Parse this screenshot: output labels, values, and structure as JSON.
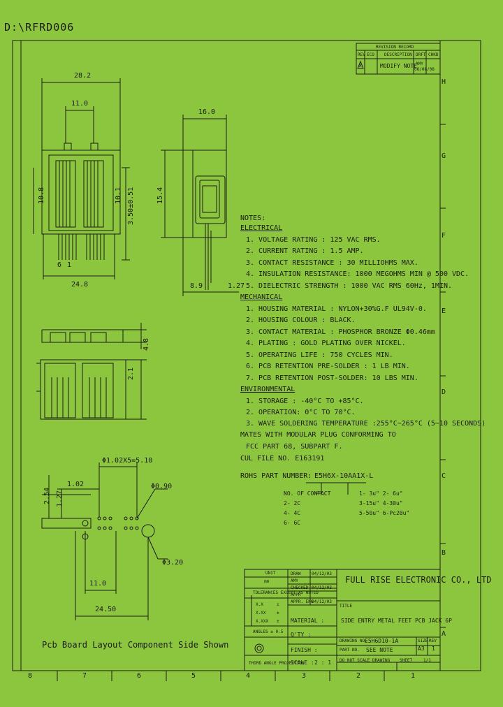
{
  "doc_id": "D:\\RFRD006",
  "revision": {
    "header": "REVISION RECORD",
    "col_rev": "REV",
    "col_eco": "ECO",
    "col_desc": "DESCRIPTION",
    "col_drft": "DRFT",
    "col_chkd": "CHKD",
    "row_rev": "A",
    "row_desc": "MODIFY NOTE",
    "row_drft": "AMY",
    "row_date": "06/08/08"
  },
  "zones_right": [
    "H",
    "G",
    "F",
    "E",
    "D",
    "C",
    "B",
    "A"
  ],
  "zones_bottom": [
    "8",
    "7",
    "6",
    "5",
    "4",
    "3",
    "2",
    "1"
  ],
  "dims": {
    "w28": "28.2",
    "w11": "11.0",
    "w248": "24.8",
    "h3": "3.50±0.51",
    "h10": "10.1",
    "h10b": "10.8",
    "leg6": "6",
    "leg1": "1",
    "w16": "16.0",
    "h154": "15.4",
    "w89": "8.9",
    "w127": "1.27",
    "h48": "4.8",
    "h21": "2.1",
    "pitch": "Φ1.02X5=5.10",
    "d090": "Φ0.90",
    "d320": "Φ3.20",
    "d102": "1.02",
    "d254": "2.54",
    "d127": "1.27",
    "b11": "11.0",
    "b2450": "24.50"
  },
  "pcb_caption": "Pcb Board Layout Component Side Shown",
  "notes": {
    "title": "NOTES:",
    "electrical_h": "ELECTRICAL",
    "electrical": [
      "1. VOLTAGE RATING          : 125 VAC RMS.",
      "2. CURRENT RATING          : 1.5 AMP.",
      "3. CONTACT RESISTANCE   : 30 MILLIOHMS MAX.",
      "4. INSULATION RESISTANCE: 1000 MEGOHMS MIN @ 500 VDC.",
      "5. DIELECTRIC STRENGTH  : 1000 VAC RMS 60Hz, 1MIN."
    ],
    "mechanical_h": "MECHANICAL",
    "mechanical": [
      "1. HOUSING MATERIAL        : NYLON+30%G.F  UL94V-0.",
      "2. HOUSING COLOUR           : BLACK.",
      "3. CONTACT MATERIAL        : PHOSPHOR BRONZE Φ0.46mm",
      "4. PLATING                         : GOLD PLATING OVER NICKEL.",
      "5. OPERATING LIFE             : 750 CYCLES MIN.",
      "6. PCB RETENTION PRE-SOLDER : 1 LB MIN.",
      "7. PCB RETENTION POST-SOLDER: 10 LBS MIN."
    ],
    "environmental_h": "ENVIRONMENTAL",
    "environmental": [
      "1. STORAGE   : -40°C TO +85°C.",
      "2. OPERATION: 0°C TO 70°C.",
      "3. WAVE SOLDERING TEMPERATURE :255°C~265°C (5~10 SECONDS)"
    ],
    "mates1": "MATES WITH MODULAR PLUG CONFORMING TO",
    "mates2": "FCC PART 68, SUBPART F.",
    "cul": "CUL FILE NO. E163191",
    "rohs": "ROHS   PART NUMBER:",
    "part_no": "E5H6X-10AA1X-L",
    "contacts_label": "NO. OF CONTACT",
    "contacts": [
      "2- 2C",
      "4- 4C",
      "6- 6C"
    ],
    "plating": [
      "1- 3u\"   2- 6u\"",
      "3-15u\"  4-30u\"",
      "5-50u\"  6-Pc20u\""
    ]
  },
  "title_block": {
    "company": "FULL RISE ELECTRONIC CO., LTD",
    "title_label": "TITLE",
    "title": "SIDE ENTRY METAL FEET PCB JACK 6P",
    "drawing_no_label": "DRAWING NO.",
    "drawing_no": "E5H6D10-1A",
    "part_no_label": "PART NO.",
    "part_no": "SEE NOTE",
    "size_label": "SIZE",
    "size": "A3",
    "rev_label": "REV",
    "rev": "1",
    "material_label": "MATERIAL :",
    "qty_label": "Q'TY :",
    "finish_label": "FINISH :",
    "scale_label": "SCALE :",
    "scale": "2 : 1",
    "no_scale": "DO NOT SCALE DRAWING",
    "sheet_label": "SHEET",
    "sheet": "1/1",
    "unit_label": "UNIT",
    "unit": "mm",
    "tol_label": "TOLERANCES EXCEPT AS NOTED",
    "tol_rows": [
      "X.X",
      "X.XX",
      "X.XXX"
    ],
    "tol_vals": [
      "±",
      "±",
      "±"
    ],
    "angles": "ANGLES ± 0.5",
    "proj": "THIRD ANGLE PROJECTION",
    "draw_label": "DRAW",
    "draw_name": "AMY",
    "draw_date": "04/12/03",
    "check_label": "CHECKED",
    "check_date": "04/12/03",
    "appr_label": "APPR",
    "appr_eng_label": "APPR. ENG",
    "appr_date": "04/12/03"
  }
}
